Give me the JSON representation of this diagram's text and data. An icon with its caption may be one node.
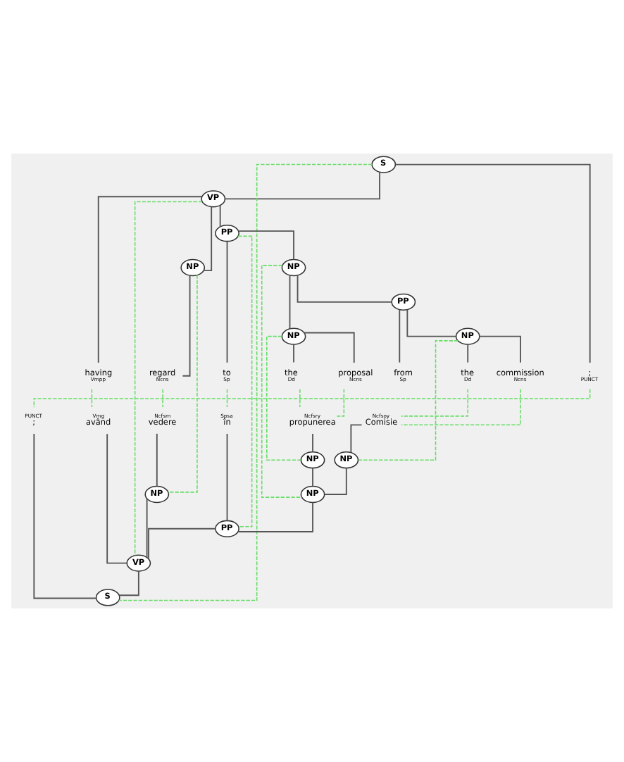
{
  "diagram": {
    "nodes": [
      {
        "text": [
          "S"
        ]
      },
      {
        "text": [
          "VP"
        ]
      },
      {
        "text": [
          "PP"
        ]
      },
      {
        "text": [
          "NP"
        ]
      },
      {
        "text": [
          "PP"
        ]
      },
      {
        "text": [
          "NP"
        ]
      },
      {
        "text": [
          "NP"
        ]
      },
      {
        "text": [
          "NP"
        ]
      },
      {
        "text": [
          "having",
          "Vmpp"
        ]
      },
      {
        "text": [
          "regard",
          "Ncns"
        ]
      },
      {
        "text": [
          "to",
          "Sp"
        ]
      },
      {
        "text": [
          "the",
          "Dd"
        ]
      },
      {
        "text": [
          "proposal",
          "Ncns"
        ]
      },
      {
        "text": [
          "from",
          "Sp"
        ]
      },
      {
        "text": [
          "the",
          "Dd"
        ]
      },
      {
        "text": [
          "commission",
          "Ncns"
        ]
      },
      {
        "text": [
          ";",
          "PUNCT"
        ]
      },
      {
        "text": [
          "Vmg",
          "având"
        ]
      },
      {
        "text": [
          "Spsa",
          "în"
        ]
      },
      {
        "text": [
          "Ncfsrn",
          "vedere"
        ]
      },
      {
        "text": [
          "Ncfsry",
          "propunerea"
        ]
      },
      {
        "text": [
          "Ncfsoy",
          "Comisie"
        ]
      },
      {
        "text": [
          "PUNCT",
          ";"
        ]
      },
      {
        "text": [
          "NP"
        ]
      },
      {
        "text": [
          "NP"
        ]
      },
      {
        "text": [
          "NP"
        ]
      },
      {
        "text": [
          "NP"
        ]
      },
      {
        "text": [
          "PP"
        ]
      },
      {
        "text": [
          "VP"
        ]
      },
      {
        "text": [
          "S"
        ]
      }
    ],
    "edges": [
      {
        "from": 0,
        "to": 1,
        "arrow": "none"
      },
      {
        "from": 0,
        "to": 16,
        "arrow": "none"
      },
      {
        "from": 1,
        "to": 8,
        "arrow": "none"
      },
      {
        "from": 1,
        "to": 5,
        "arrow": "none"
      },
      {
        "from": 1,
        "to": 2,
        "arrow": "none"
      },
      {
        "from": 5,
        "to": 9,
        "arrow": "none"
      },
      {
        "from": 2,
        "to": 10,
        "arrow": "none"
      },
      {
        "from": 2,
        "to": 3,
        "arrow": "none"
      },
      {
        "from": 3,
        "to": 6,
        "arrow": "none"
      },
      {
        "from": 3,
        "to": 4,
        "arrow": "none"
      },
      {
        "from": 4,
        "to": 13,
        "arrow": "none"
      },
      {
        "from": 4,
        "to": 7,
        "arrow": "none"
      },
      {
        "from": 6,
        "to": 11,
        "arrow": "none"
      },
      {
        "from": 6,
        "to": 12,
        "arrow": "none"
      },
      {
        "from": 7,
        "to": 14,
        "arrow": "none"
      },
      {
        "from": 7,
        "to": 15,
        "arrow": "none"
      },
      {
        "from": 19,
        "to": 23,
        "arrow": "none"
      },
      {
        "from": 20,
        "to": 24,
        "arrow": "none"
      },
      {
        "from": 21,
        "to": 25,
        "arrow": "none"
      },
      {
        "from": 24,
        "to": 26,
        "arrow": "none"
      },
      {
        "from": 25,
        "to": 26,
        "arrow": "none"
      },
      {
        "from": 18,
        "to": 27,
        "arrow": "none"
      },
      {
        "from": 26,
        "to": 27,
        "arrow": "none"
      },
      {
        "from": 17,
        "to": 28,
        "arrow": "none"
      },
      {
        "from": 23,
        "to": 28,
        "arrow": "none"
      },
      {
        "from": 27,
        "to": 28,
        "arrow": "none"
      },
      {
        "from": 28,
        "to": 29,
        "arrow": "none"
      },
      {
        "from": 22,
        "to": 29,
        "arrow": "none"
      },
      {
        "from": 0,
        "to": 29,
        "arrow": "none",
        "style": "dashed",
        "color": "#66dd66"
      },
      {
        "from": 1,
        "to": 28,
        "arrow": "none",
        "style": "dashed",
        "color": "#66dd66"
      },
      {
        "from": 2,
        "to": 27,
        "arrow": "none",
        "style": "dashed",
        "color": "#66dd66"
      },
      {
        "from": 3,
        "to": 26,
        "arrow": "none",
        "style": "dashed",
        "color": "#66dd66"
      },
      {
        "from": 5,
        "to": 23,
        "arrow": "none",
        "style": "dashed",
        "color": "#66dd66"
      },
      {
        "from": 6,
        "to": 24,
        "arrow": "none",
        "style": "dashed",
        "color": "#66dd66"
      },
      {
        "from": 7,
        "to": 25,
        "arrow": "none",
        "style": "dashed",
        "color": "#66dd66"
      },
      {
        "from": 8,
        "to": 17,
        "arrow": "none",
        "style": "dashed",
        "color": "#66dd66"
      },
      {
        "from": 9,
        "to": 19,
        "arrow": "none",
        "style": "dashed",
        "color": "#66dd66"
      },
      {
        "from": 10,
        "to": 18,
        "arrow": "none",
        "style": "dashed",
        "color": "#66dd66"
      },
      {
        "from": 11,
        "to": 20,
        "arrow": "none",
        "style": "dashed",
        "color": "#66dd66"
      },
      {
        "from": 12,
        "to": 20,
        "arrow": "none",
        "style": "dashed",
        "color": "#66dd66"
      },
      {
        "from": 14,
        "to": 21,
        "arrow": "none",
        "style": "dashed",
        "color": "#66dd66"
      },
      {
        "from": 15,
        "to": 21,
        "arrow": "none",
        "style": "dashed",
        "color": "#66dd66"
      },
      {
        "from": 16,
        "to": 22,
        "arrow": "none",
        "style": "dashed",
        "color": "#66dd66"
      }
    ]
  }
}
